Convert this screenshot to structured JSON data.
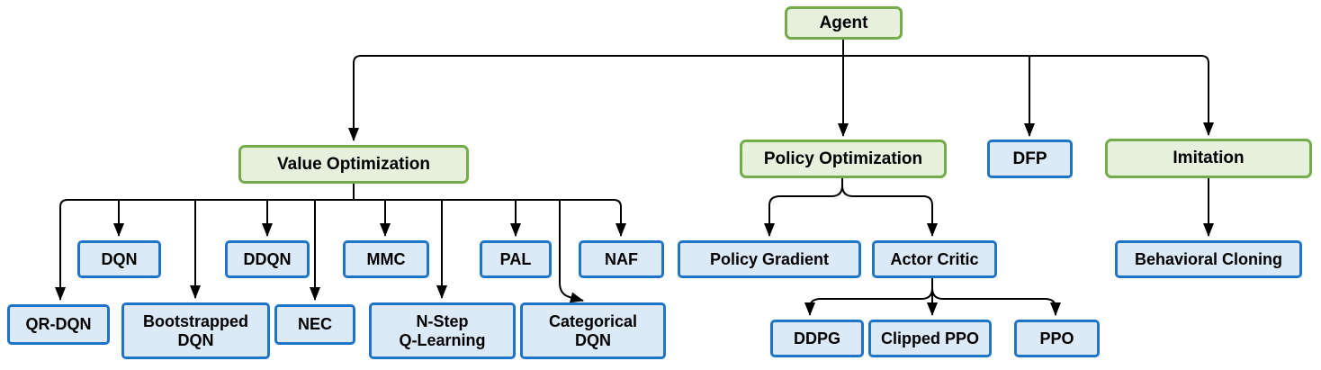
{
  "colors": {
    "green_fill": "#e6f0dd",
    "green_border": "#74ac49",
    "blue_fill": "#dce9f7",
    "blue_border": "#2074c8",
    "line": "#000000",
    "text": "#000000",
    "background": "#ffffff"
  },
  "nodes": {
    "agent": {
      "label": "Agent",
      "type": "category"
    },
    "value_optimization": {
      "label": "Value Optimization",
      "type": "category"
    },
    "policy_optimization": {
      "label": "Policy Optimization",
      "type": "category"
    },
    "dfp": {
      "label": "DFP",
      "type": "algorithm"
    },
    "imitation": {
      "label": "Imitation",
      "type": "category"
    },
    "dqn": {
      "label": "DQN",
      "type": "algorithm"
    },
    "ddqn": {
      "label": "DDQN",
      "type": "algorithm"
    },
    "mmc": {
      "label": "MMC",
      "type": "algorithm"
    },
    "pal": {
      "label": "PAL",
      "type": "algorithm"
    },
    "naf": {
      "label": "NAF",
      "type": "algorithm"
    },
    "qr_dqn": {
      "label": "QR-DQN",
      "type": "algorithm"
    },
    "bootstrapped_dqn": {
      "label": "Bootstrapped\nDQN",
      "type": "algorithm"
    },
    "nec": {
      "label": "NEC",
      "type": "algorithm"
    },
    "n_step_q_learning": {
      "label": "N-Step\nQ-Learning",
      "type": "algorithm"
    },
    "categorical_dqn": {
      "label": "Categorical\nDQN",
      "type": "algorithm"
    },
    "policy_gradient": {
      "label": "Policy Gradient",
      "type": "algorithm"
    },
    "actor_critic": {
      "label": "Actor Critic",
      "type": "algorithm"
    },
    "ddpg": {
      "label": "DDPG",
      "type": "algorithm"
    },
    "clipped_ppo": {
      "label": "Clipped PPO",
      "type": "algorithm"
    },
    "ppo": {
      "label": "PPO",
      "type": "algorithm"
    },
    "behavioral_cloning": {
      "label": "Behavioral Cloning",
      "type": "algorithm"
    }
  },
  "edges": [
    [
      "agent",
      "value_optimization"
    ],
    [
      "agent",
      "policy_optimization"
    ],
    [
      "agent",
      "dfp"
    ],
    [
      "agent",
      "imitation"
    ],
    [
      "value_optimization",
      "dqn"
    ],
    [
      "value_optimization",
      "ddqn"
    ],
    [
      "value_optimization",
      "mmc"
    ],
    [
      "value_optimization",
      "pal"
    ],
    [
      "value_optimization",
      "naf"
    ],
    [
      "value_optimization",
      "qr_dqn"
    ],
    [
      "value_optimization",
      "bootstrapped_dqn"
    ],
    [
      "value_optimization",
      "nec"
    ],
    [
      "value_optimization",
      "n_step_q_learning"
    ],
    [
      "value_optimization",
      "categorical_dqn"
    ],
    [
      "policy_optimization",
      "policy_gradient"
    ],
    [
      "policy_optimization",
      "actor_critic"
    ],
    [
      "actor_critic",
      "ddpg"
    ],
    [
      "actor_critic",
      "clipped_ppo"
    ],
    [
      "actor_critic",
      "ppo"
    ],
    [
      "imitation",
      "behavioral_cloning"
    ]
  ]
}
